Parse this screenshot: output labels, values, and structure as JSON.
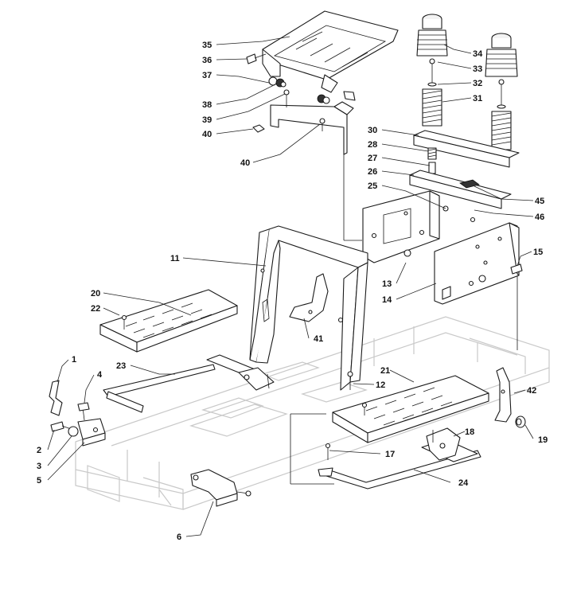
{
  "diagram": {
    "callouts": [
      {
        "id": "c35",
        "text": "35"
      },
      {
        "id": "c36",
        "text": "36"
      },
      {
        "id": "c37",
        "text": "37"
      },
      {
        "id": "c38",
        "text": "38"
      },
      {
        "id": "c39",
        "text": "39"
      },
      {
        "id": "c40a",
        "text": "40"
      },
      {
        "id": "c40b",
        "text": "40"
      },
      {
        "id": "c34",
        "text": "34"
      },
      {
        "id": "c33",
        "text": "33"
      },
      {
        "id": "c32",
        "text": "32"
      },
      {
        "id": "c31",
        "text": "31"
      },
      {
        "id": "c30",
        "text": "30"
      },
      {
        "id": "c28",
        "text": "28"
      },
      {
        "id": "c27",
        "text": "27"
      },
      {
        "id": "c26",
        "text": "26"
      },
      {
        "id": "c25",
        "text": "25"
      },
      {
        "id": "c45",
        "text": "45"
      },
      {
        "id": "c46",
        "text": "46"
      },
      {
        "id": "c15",
        "text": "15"
      },
      {
        "id": "c13",
        "text": "13"
      },
      {
        "id": "c14",
        "text": "14"
      },
      {
        "id": "c11",
        "text": "11"
      },
      {
        "id": "c20",
        "text": "20"
      },
      {
        "id": "c22",
        "text": "22"
      },
      {
        "id": "c41",
        "text": "41"
      },
      {
        "id": "c1",
        "text": "1"
      },
      {
        "id": "c4",
        "text": "4"
      },
      {
        "id": "c23",
        "text": "23"
      },
      {
        "id": "c12",
        "text": "12"
      },
      {
        "id": "c21",
        "text": "21"
      },
      {
        "id": "c42",
        "text": "42"
      },
      {
        "id": "c18",
        "text": "18"
      },
      {
        "id": "c19",
        "text": "19"
      },
      {
        "id": "c2",
        "text": "2"
      },
      {
        "id": "c3",
        "text": "3"
      },
      {
        "id": "c5",
        "text": "5"
      },
      {
        "id": "c17",
        "text": "17"
      },
      {
        "id": "c24",
        "text": "24"
      },
      {
        "id": "c6",
        "text": "6"
      }
    ]
  }
}
